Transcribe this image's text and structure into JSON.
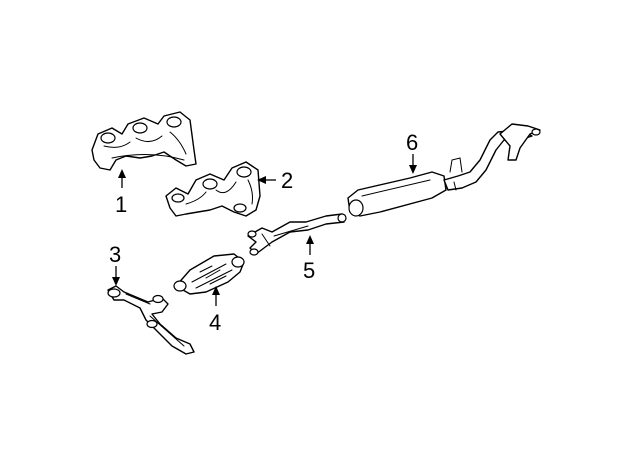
{
  "diagram": {
    "callouts": [
      {
        "number": "1"
      },
      {
        "number": "2"
      },
      {
        "number": "3"
      },
      {
        "number": "4"
      },
      {
        "number": "5"
      },
      {
        "number": "6"
      }
    ]
  }
}
